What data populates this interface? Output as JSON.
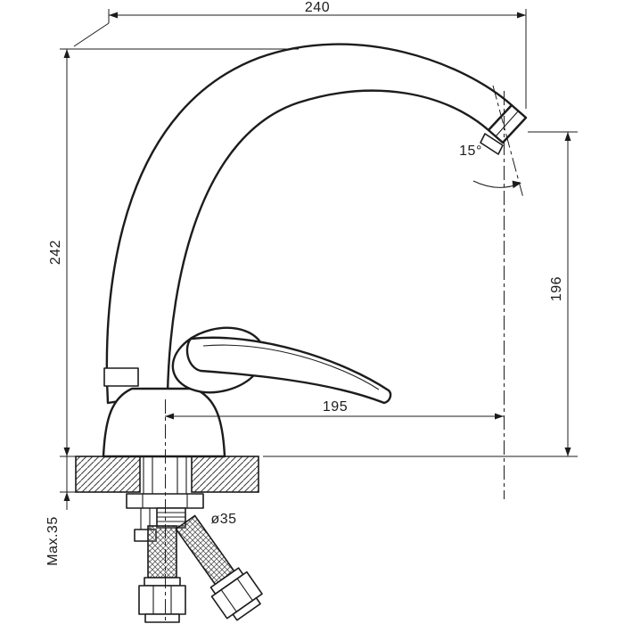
{
  "canvas": {
    "background": "#ffffff",
    "line_color": "#1c1c1c"
  },
  "labels": {
    "width_overall": "240",
    "height_overall": "242",
    "height_outlet": "196",
    "reach_spout": "195",
    "angle_outlet": "15°",
    "hole_diameter": "ø35",
    "deck_thickness": "Max.35"
  }
}
